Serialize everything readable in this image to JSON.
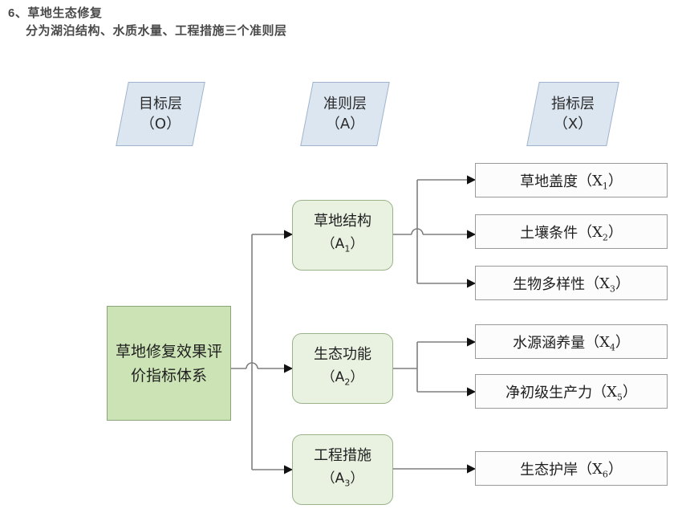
{
  "heading": {
    "line1": "6、草地生态修复",
    "line2": "分为湖泊结构、水质水量、工程措施三个准则层"
  },
  "layer_headers": [
    {
      "name": "goal-layer-header",
      "title": "目标层",
      "code": "（O）"
    },
    {
      "name": "criterion-layer-header",
      "title": "准则层",
      "code": "（A）"
    },
    {
      "name": "indicator-layer-header",
      "title": "指标层",
      "code": "（X）"
    }
  ],
  "goal": {
    "label": "草地修复效果评价指标体系"
  },
  "criteria": [
    {
      "label": "草地结构",
      "code": "A",
      "subscript": "1"
    },
    {
      "label": "生态功能",
      "code": "A",
      "subscript": "2"
    },
    {
      "label": "工程措施",
      "code": "A",
      "subscript": "3"
    }
  ],
  "indicators": [
    {
      "label": "草地盖度",
      "code": "X",
      "subscript": "1"
    },
    {
      "label": "土壤条件",
      "code": "X",
      "subscript": "2"
    },
    {
      "label": "生物多样性",
      "code": "X",
      "subscript": "3"
    },
    {
      "label": "水源涵养量",
      "code": "X",
      "subscript": "4"
    },
    {
      "label": "净初级生产力",
      "code": "X",
      "subscript": "5"
    },
    {
      "label": "生态护岸",
      "code": "X",
      "subscript": "6"
    }
  ],
  "colors": {
    "goal_fill": "#cbe3b5",
    "goal_border": "#8aa579",
    "criterion_fill": "#e9f2e1",
    "criterion_border": "#9ab389",
    "indicator_fill": "#fcfcfc",
    "indicator_border": "#9a9a9a",
    "header_fill": "#dce6f1",
    "header_border": "#9fb4cc",
    "connector": "#7f7f7f",
    "text": "#1f1f1f"
  }
}
